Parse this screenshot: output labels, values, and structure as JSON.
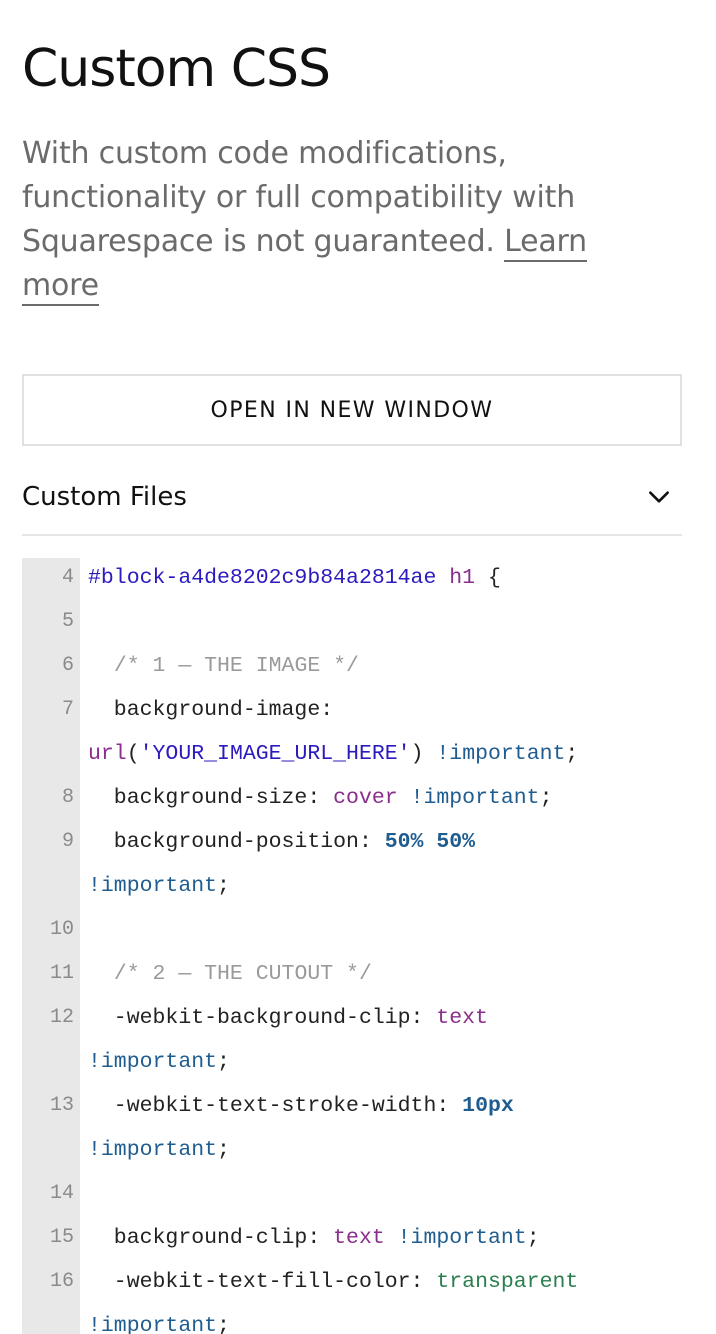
{
  "panel": {
    "title": "Custom CSS",
    "description": "With custom code modifications, functionality or full compatibility with Squarespace is not guaranteed. ",
    "learn_more": "Learn more",
    "open_button": "OPEN IN NEW WINDOW",
    "custom_files_label": "Custom Files"
  },
  "editor": {
    "lines": [
      {
        "num": "4",
        "tokens": [
          {
            "t": "#block-a4de8202c9b84a2814ae",
            "c": "tk-sel"
          },
          {
            "t": " "
          },
          {
            "t": "h1",
            "c": "tk-tag"
          },
          {
            "t": " {"
          }
        ]
      },
      {
        "num": "5",
        "tokens": []
      },
      {
        "num": "6",
        "tokens": [
          {
            "t": "  "
          },
          {
            "t": "/* 1 — THE IMAGE */",
            "c": "tk-com"
          }
        ]
      },
      {
        "num": "7",
        "tokens": [
          {
            "t": "  background-image:"
          }
        ]
      },
      {
        "num": "",
        "tokens": [
          {
            "t": "url",
            "c": "tk-kw"
          },
          {
            "t": "("
          },
          {
            "t": "'YOUR_IMAGE_URL_HERE'",
            "c": "tk-str"
          },
          {
            "t": ") "
          },
          {
            "t": "!important",
            "c": "tk-imp"
          },
          {
            "t": ";"
          }
        ]
      },
      {
        "num": "8",
        "tokens": [
          {
            "t": "  background-size: "
          },
          {
            "t": "cover",
            "c": "tk-kw"
          },
          {
            "t": " "
          },
          {
            "t": "!important",
            "c": "tk-imp"
          },
          {
            "t": ";"
          }
        ]
      },
      {
        "num": "9",
        "tokens": [
          {
            "t": "  background-position: "
          },
          {
            "t": "50%",
            "c": "tk-num"
          },
          {
            "t": " "
          },
          {
            "t": "50%",
            "c": "tk-num"
          }
        ]
      },
      {
        "num": "",
        "tokens": [
          {
            "t": "!important",
            "c": "tk-imp"
          },
          {
            "t": ";"
          }
        ]
      },
      {
        "num": "10",
        "tokens": []
      },
      {
        "num": "11",
        "tokens": [
          {
            "t": "  "
          },
          {
            "t": "/* 2 — THE CUTOUT */",
            "c": "tk-com"
          }
        ]
      },
      {
        "num": "12",
        "tokens": [
          {
            "t": "  -webkit-background-clip: "
          },
          {
            "t": "text",
            "c": "tk-kw"
          }
        ]
      },
      {
        "num": "",
        "tokens": [
          {
            "t": "!important",
            "c": "tk-imp"
          },
          {
            "t": ";"
          }
        ]
      },
      {
        "num": "13",
        "tokens": [
          {
            "t": "  -webkit-text-stroke-width: "
          },
          {
            "t": "10px",
            "c": "tk-num"
          }
        ]
      },
      {
        "num": "",
        "tokens": [
          {
            "t": "!important",
            "c": "tk-imp"
          },
          {
            "t": ";"
          }
        ]
      },
      {
        "num": "14",
        "tokens": []
      },
      {
        "num": "15",
        "tokens": [
          {
            "t": "  background-clip: "
          },
          {
            "t": "text",
            "c": "tk-kw"
          },
          {
            "t": " "
          },
          {
            "t": "!important",
            "c": "tk-imp"
          },
          {
            "t": ";"
          }
        ]
      },
      {
        "num": "16",
        "tokens": [
          {
            "t": "  -webkit-text-fill-color: "
          },
          {
            "t": "transparent",
            "c": "tk-green"
          }
        ]
      },
      {
        "num": "",
        "tokens": [
          {
            "t": "!important",
            "c": "tk-imp"
          },
          {
            "t": ";"
          }
        ]
      }
    ]
  },
  "icons": {
    "chevron": "chevron-down-icon"
  }
}
